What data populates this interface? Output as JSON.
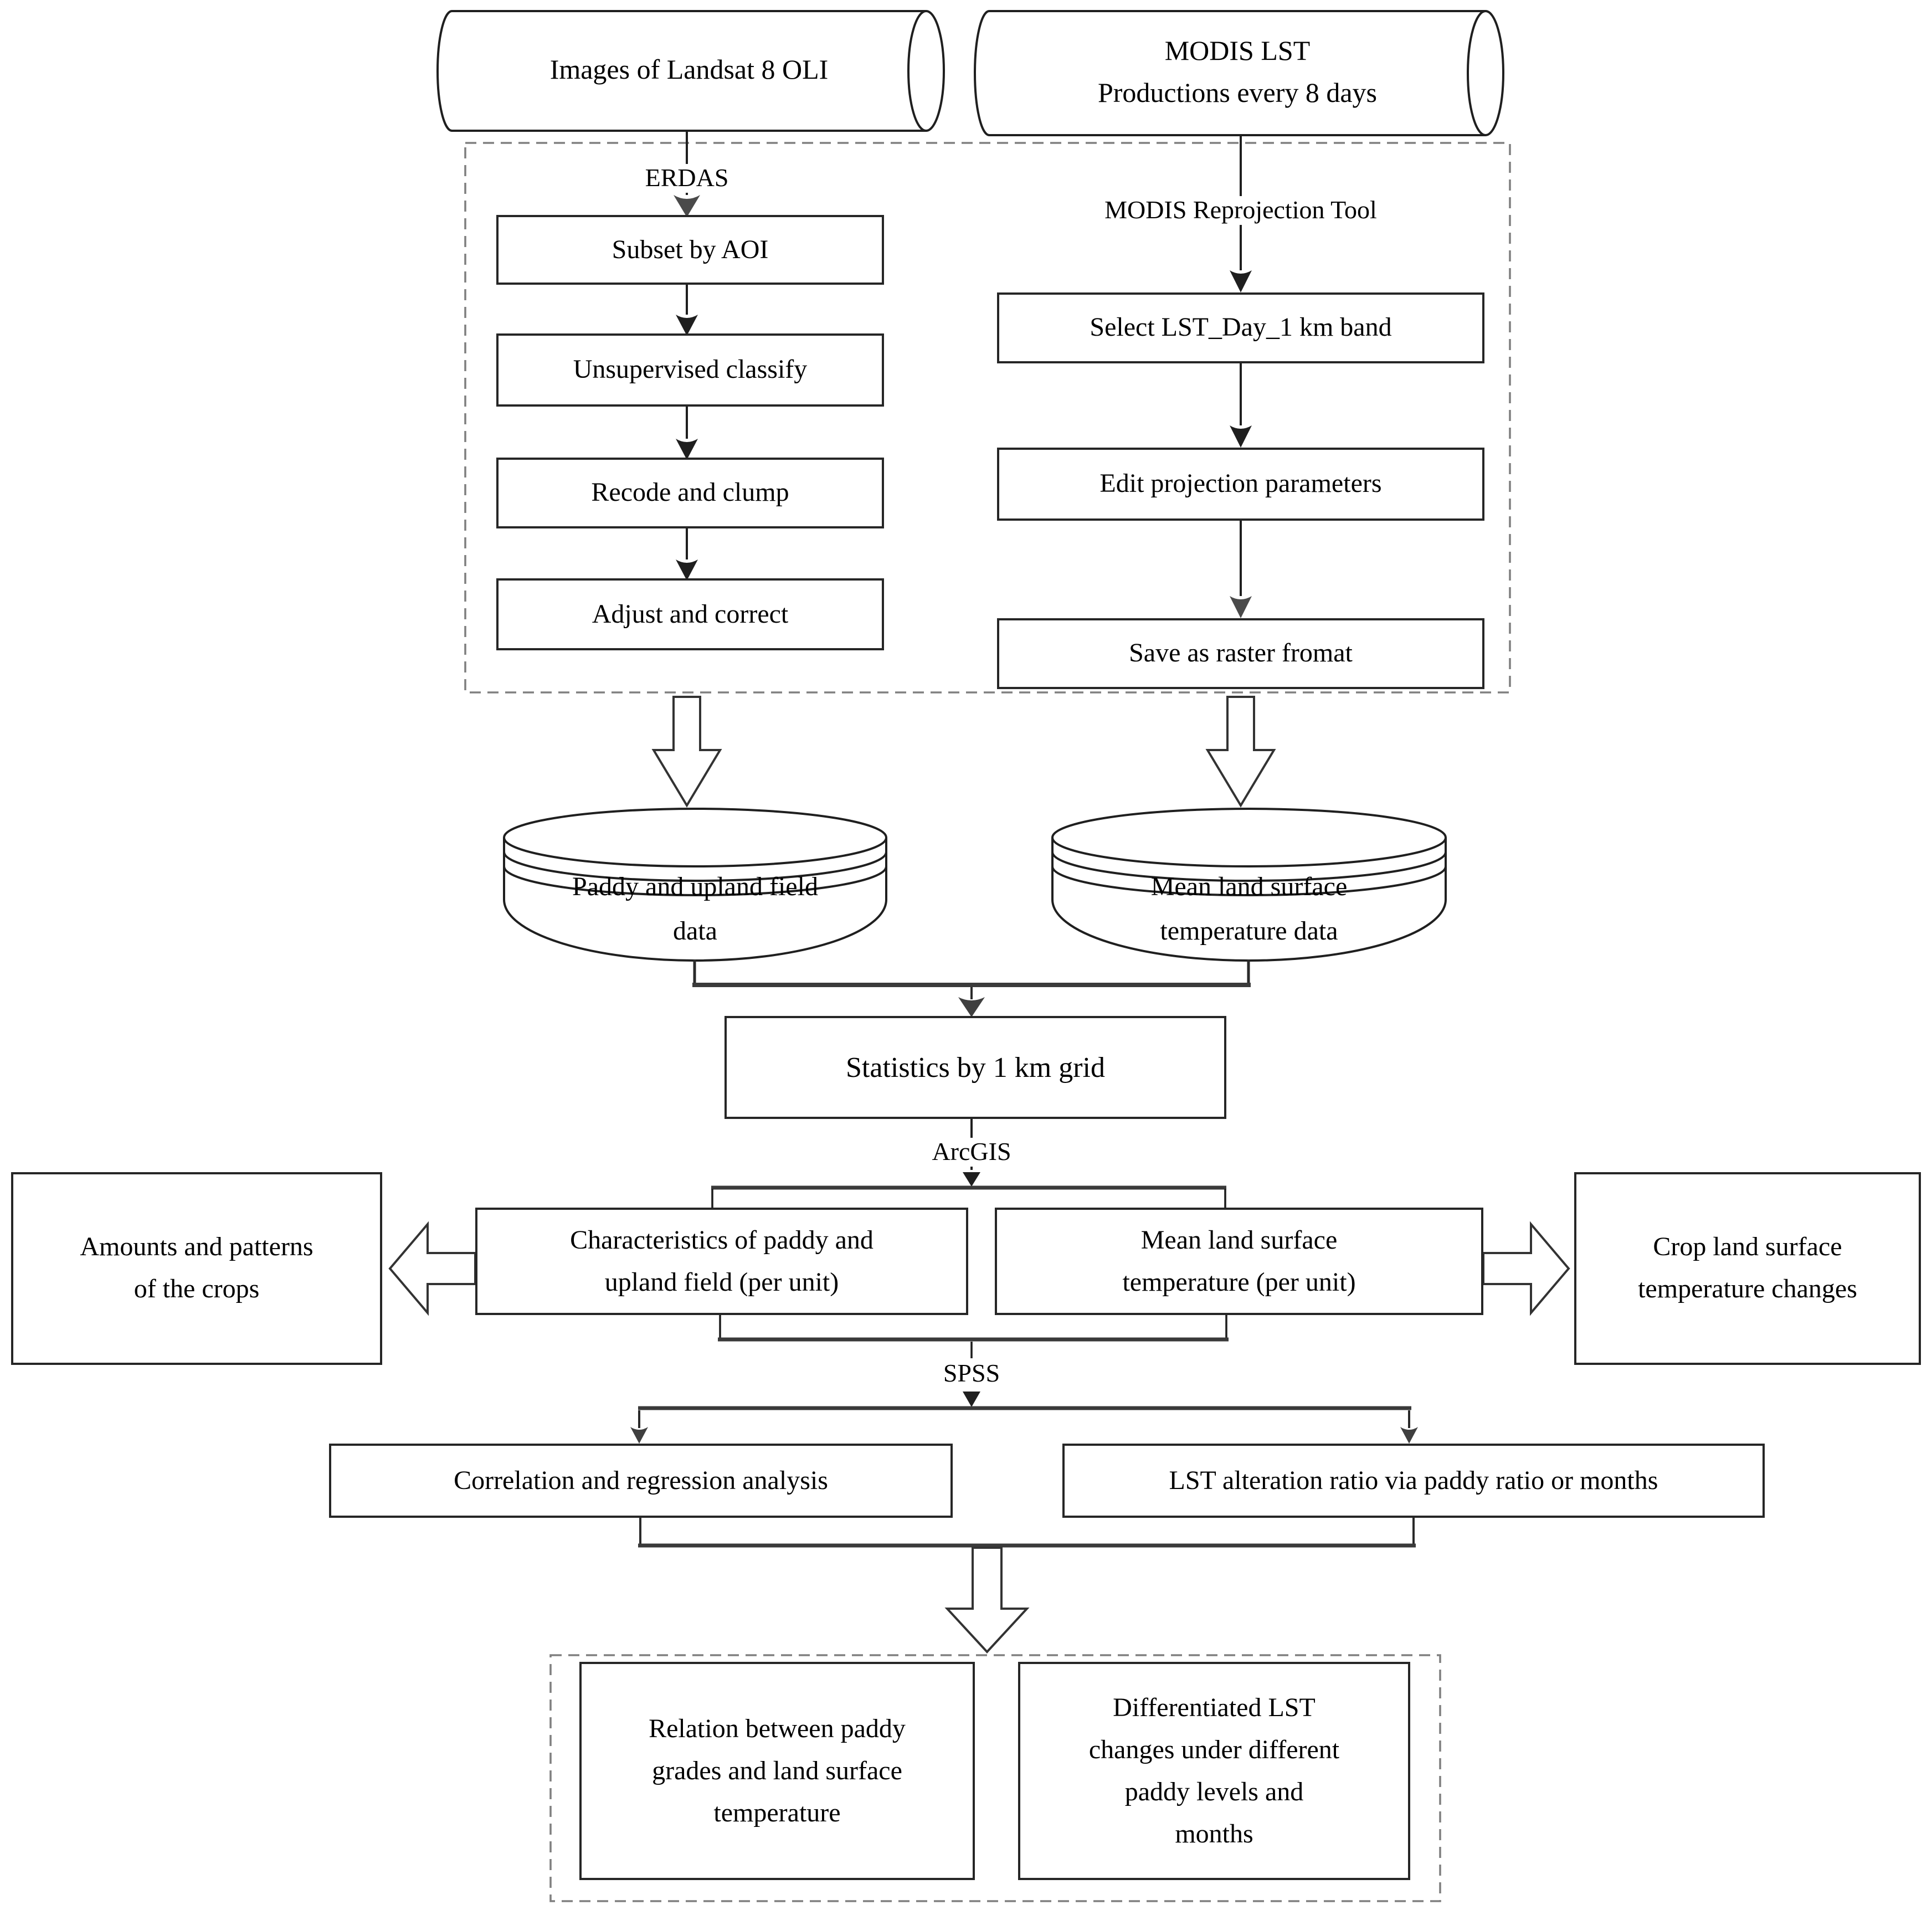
{
  "flowchart": {
    "source_landsat": "Images of Landsat 8 OLI",
    "source_modis": [
      "MODIS LST",
      "Productions every 8 days"
    ],
    "label_erdas": "ERDAS",
    "label_mrt": "MODIS Reprojection Tool",
    "label_arcgis": "ArcGIS",
    "label_spss": "SPSS",
    "erdas_steps": [
      "Subset by AOI",
      "Unsupervised classify",
      "Recode and clump",
      "Adjust and correct"
    ],
    "mrt_steps": [
      "Select LST_Day_1 km band",
      "Edit projection parameters",
      "Save as raster fromat"
    ],
    "db_paddy": [
      "Paddy and upland field",
      "data"
    ],
    "db_lst": [
      "Mean land surface",
      "temperature data"
    ],
    "stats_box": "Statistics by 1 km grid",
    "char_box": [
      "Characteristics of paddy and",
      "upland field (per unit)"
    ],
    "mean_box": [
      "Mean land surface",
      "temperature (per unit)"
    ],
    "amounts_box": [
      "Amounts and patterns",
      "of the crops"
    ],
    "crop_box": [
      "Crop land surface",
      "temperature changes"
    ],
    "corr_box": "Correlation and regression analysis",
    "lst_ratio_box": "LST alteration ratio via paddy ratio or months",
    "relation_box": [
      "Relation between paddy",
      "grades and land surface",
      "temperature"
    ],
    "diff_box": [
      "Differentiated LST",
      "changes under different",
      "paddy levels and",
      "months"
    ],
    "colors": {
      "background": "#ffffff",
      "line": "#1f1f1f",
      "thick_connector": "#3a3a3a",
      "dashed_border": "#808080",
      "text": "#000000"
    }
  }
}
